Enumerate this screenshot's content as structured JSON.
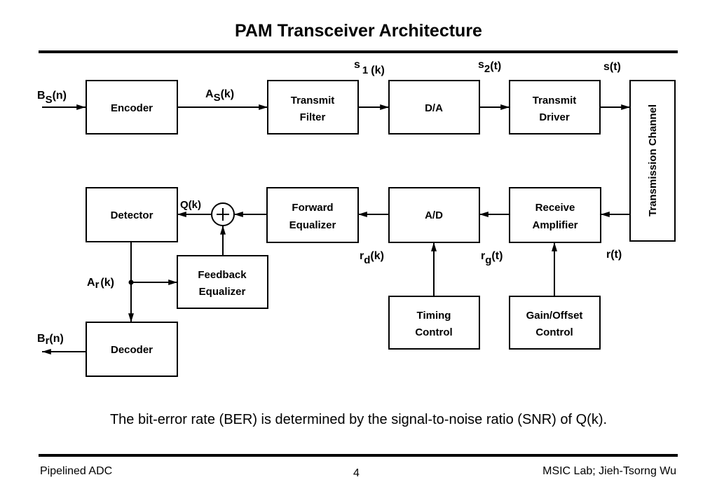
{
  "slide": {
    "title": "PAM Transceiver Architecture",
    "caption": "The bit-error rate (BER) is determined by the signal-to-noise ratio (SNR) of Q(k).",
    "footer_left": "Pipelined ADC",
    "page_number": "4",
    "footer_right": "MSIC Lab; Jieh-Tsorng Wu"
  },
  "blocks": {
    "encoder": "Encoder",
    "transmit_filter": [
      "Transmit",
      "Filter"
    ],
    "da": "D/A",
    "transmit_driver": [
      "Transmit",
      "Driver"
    ],
    "transmission_channel": "Transmission Channel",
    "receive_amplifier": [
      "Receive",
      "Amplifier"
    ],
    "ad": "A/D",
    "forward_equalizer": [
      "Forward",
      "Equalizer"
    ],
    "detector": "Detector",
    "feedback_equalizer": [
      "Feedback",
      "Equalizer"
    ],
    "decoder": "Decoder",
    "timing_control": [
      "Timing",
      "Control"
    ],
    "gain_offset_control": [
      "Gain/Offset",
      "Control"
    ]
  },
  "signals": {
    "bs": {
      "base": "B",
      "sub": "S",
      "suffix": "(n)"
    },
    "as": {
      "base": "A",
      "sub": "S",
      "suffix": "(k)"
    },
    "s1": {
      "base": "s",
      "sub": "1",
      "suffix": "(k)"
    },
    "s2": {
      "base": "s",
      "sub": "2",
      "suffix": "(t)"
    },
    "st": {
      "base": "s(t)",
      "sub": "",
      "suffix": ""
    },
    "rt": {
      "base": "r(t)",
      "sub": "",
      "suffix": ""
    },
    "rg": {
      "base": "r",
      "sub": "g",
      "suffix": "(t)"
    },
    "rd": {
      "base": "r",
      "sub": "d",
      "suffix": "(k)"
    },
    "qk": {
      "base": "Q(k)",
      "sub": "",
      "suffix": ""
    },
    "ar": {
      "base": "A",
      "sub": "r",
      "suffix": "(k)"
    },
    "br": {
      "base": "B",
      "sub": "r",
      "suffix": "(n)"
    }
  }
}
